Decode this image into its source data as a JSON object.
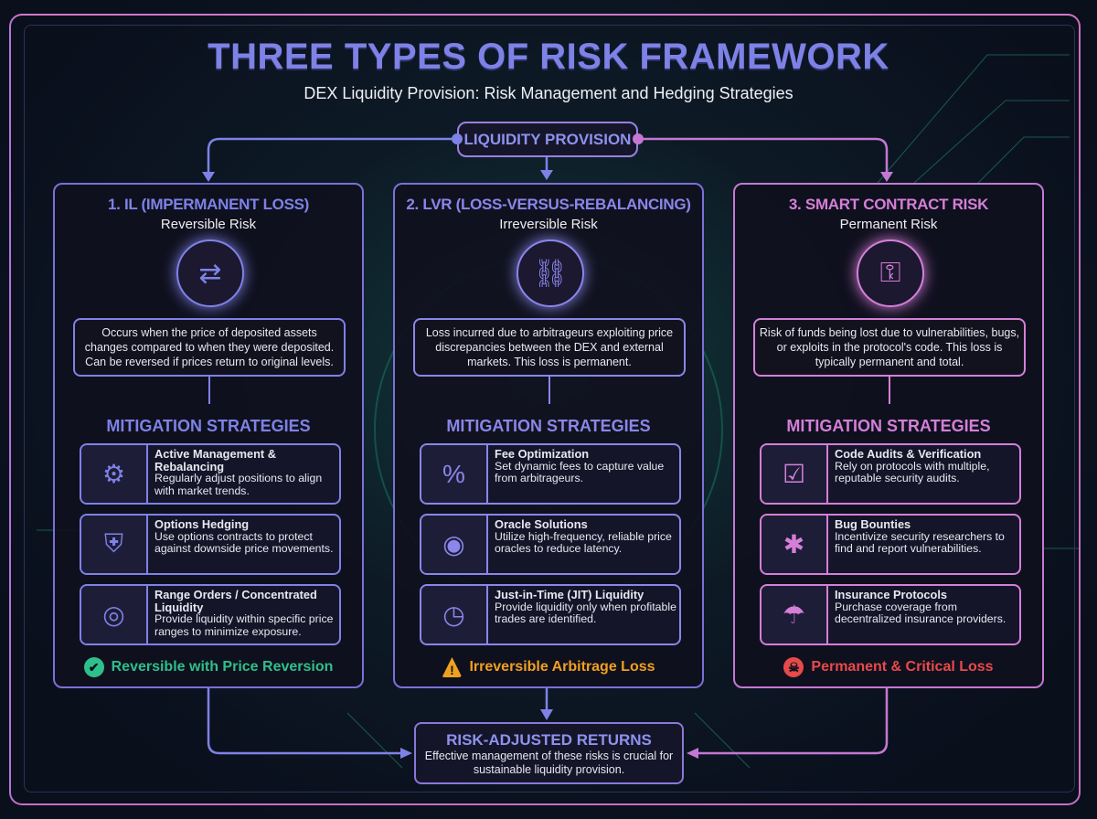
{
  "header": {
    "title": "THREE TYPES OF RISK FRAMEWORK",
    "subtitle": "DEX Liquidity Provision: Risk Management and Hedging Strategies"
  },
  "root": {
    "label": "LIQUIDITY PROVISION"
  },
  "colors": {
    "indigo": "#7e82e6",
    "pink": "#d47fd8",
    "green": "#2fbf8a",
    "orange": "#f0a020",
    "red": "#e84a4a"
  },
  "columns": [
    {
      "title": "1. IL (IMPERMANENT LOSS)",
      "subtitle": "Reversible Risk",
      "icon": "swap-ethereum-icon",
      "description": "Occurs when the price of deposited assets changes compared to when they were deposited. Can be reversed if prices return to original levels.",
      "mitigation_title": "MITIGATION STRATEGIES",
      "strategies": [
        {
          "icon": "gears-balance-icon",
          "title": "Active Management & Rebalancing",
          "text": "Regularly adjust positions to align with market trends."
        },
        {
          "icon": "shield-chart-icon",
          "title": "Options Hedging",
          "text": "Use options contracts to protect against downside price movements."
        },
        {
          "icon": "target-icon",
          "title": "Range Orders / Concentrated Liquidity",
          "text": "Provide liquidity within specific price ranges to minimize exposure."
        }
      ],
      "footer": "Reversible with Price Reversion",
      "footer_icon": "check-circle-icon"
    },
    {
      "title": "2. LVR (LOSS-VERSUS-REBALANCING)",
      "subtitle": "Irreversible Risk",
      "icon": "broken-chain-chart-icon",
      "description": "Loss incurred due to arbitrageurs exploiting price discrepancies between the DEX and external markets. This loss is permanent.",
      "mitigation_title": "MITIGATION STRATEGIES",
      "strategies": [
        {
          "icon": "fee-percent-icon",
          "title": "Fee Optimization",
          "text": "Set dynamic fees to capture value from arbitrageurs."
        },
        {
          "icon": "oracle-eye-icon",
          "title": "Oracle Solutions",
          "text": "Utilize high-frequency, reliable price oracles to reduce latency."
        },
        {
          "icon": "clock-bolt-icon",
          "title": "Just-in-Time (JIT) Liquidity",
          "text": "Provide liquidity only when profitable trades are identified."
        }
      ],
      "footer": "Irreversible Arbitrage Loss",
      "footer_icon": "warning-icon"
    },
    {
      "title": "3. SMART CONTRACT RISK",
      "subtitle": "Permanent Risk",
      "icon": "lock-bug-icon",
      "description": "Risk of funds being lost due to vulnerabilities, bugs, or exploits in the protocol's code. This loss is typically permanent and total.",
      "mitigation_title": "MITIGATION STRATEGIES",
      "strategies": [
        {
          "icon": "audit-checklist-icon",
          "title": "Code Audits & Verification",
          "text": "Rely on protocols with multiple, reputable security audits."
        },
        {
          "icon": "bounty-chest-icon",
          "title": "Bug Bounties",
          "text": "Incentivize security researchers to find and report vulnerabilities."
        },
        {
          "icon": "umbrella-shield-icon",
          "title": "Insurance Protocols",
          "text": "Purchase coverage from decentralized insurance providers."
        }
      ],
      "footer": "Permanent & Critical Loss",
      "footer_icon": "skull-icon"
    }
  ],
  "outcome": {
    "title": "RISK-ADJUSTED RETURNS",
    "text": "Effective management of these risks is crucial for sustainable liquidity provision."
  }
}
